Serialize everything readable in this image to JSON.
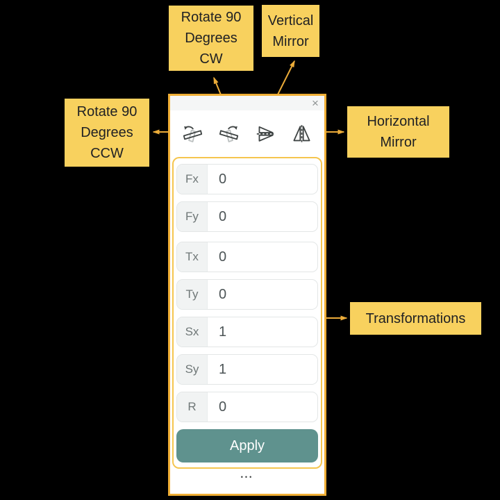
{
  "callouts": {
    "rotate_cw": "Rotate 90 Degrees CW",
    "vertical_mirror": "Vertical Mirror",
    "rotate_ccw": "Rotate 90 Degrees CCW",
    "horizontal_mirror": "Horizontal Mirror",
    "transformations": "Transformations"
  },
  "panel": {
    "close_glyph": "×",
    "more_glyph": "•••",
    "toolbar_icons": [
      {
        "name": "rotate-90-degrees-ccw"
      },
      {
        "name": "rotate-90-degrees-cw"
      },
      {
        "name": "vertical-mirror"
      },
      {
        "name": "horizontal-mirror"
      }
    ]
  },
  "form": {
    "rows": [
      {
        "label": "Fx",
        "value": "0"
      },
      {
        "label": "Fy",
        "value": "0"
      },
      {
        "label": "Tx",
        "value": "0"
      },
      {
        "label": "Ty",
        "value": "0"
      },
      {
        "label": "Sx",
        "value": "1"
      },
      {
        "label": "Sy",
        "value": "1"
      },
      {
        "label": "R",
        "value": "0"
      }
    ],
    "apply_label": "Apply"
  },
  "colors": {
    "accent_amber": "#ECAC39",
    "callout_yellow": "#F8D15E",
    "apply_teal": "#5F928E",
    "background": "#000000"
  }
}
